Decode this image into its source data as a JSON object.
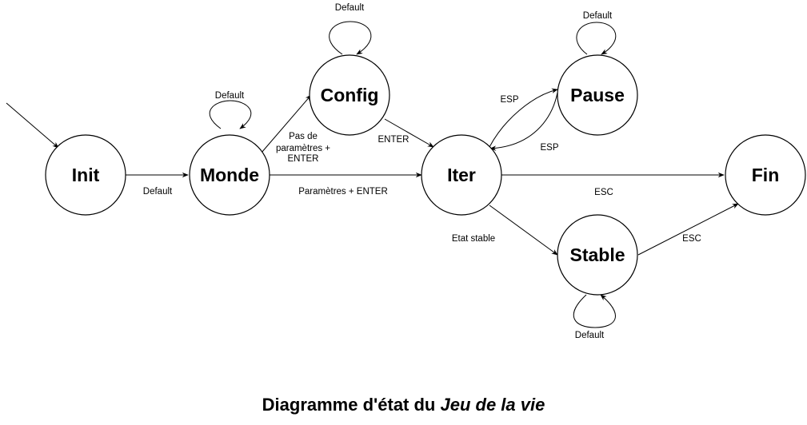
{
  "states": {
    "init": "Init",
    "monde": "Monde",
    "config": "Config",
    "iter": "Iter",
    "pause": "Pause",
    "stable": "Stable",
    "fin": "Fin"
  },
  "transitions": {
    "init_monde": "Default",
    "monde_self": "Default",
    "monde_config_line1": "Pas de",
    "monde_config_line2": "paramètres +",
    "monde_config_line3": "ENTER",
    "monde_iter": "Paramètres + ENTER",
    "config_self": "Default",
    "config_iter": "ENTER",
    "iter_pause": "ESP",
    "pause_iter": "ESP",
    "pause_self": "Default",
    "iter_fin": "ESC",
    "iter_stable": "Etat stable",
    "stable_fin": "ESC",
    "stable_self": "Default"
  },
  "caption": {
    "prefix": "Diagramme d'état du ",
    "emphasis": "Jeu de la vie"
  }
}
